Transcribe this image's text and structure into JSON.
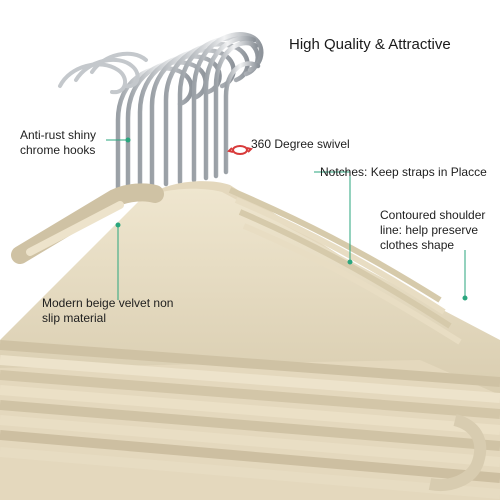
{
  "title": "High Quality & Attractive",
  "callouts": {
    "hooks": [
      "Anti-rust shiny",
      "chrome hooks"
    ],
    "swivel": "360 Degree swivel",
    "notches": "Notches: Keep straps in Placce",
    "shoulder": [
      "Contoured shoulder",
      "line: help preserve",
      "clothes shape"
    ],
    "material": [
      "Modern beige velvet non",
      "slip material"
    ]
  },
  "colors": {
    "background": "#ffffff",
    "velvet": "#e7dcc2",
    "velvet_shadow": "#cfc2a4",
    "chrome": "#c4c8cc",
    "chrome_highlight": "#f4f5f6",
    "leader": "#2aa67e",
    "swivel_mark": "#d83a3a"
  },
  "icons": {
    "swivel": "rotation-arrows-icon"
  }
}
